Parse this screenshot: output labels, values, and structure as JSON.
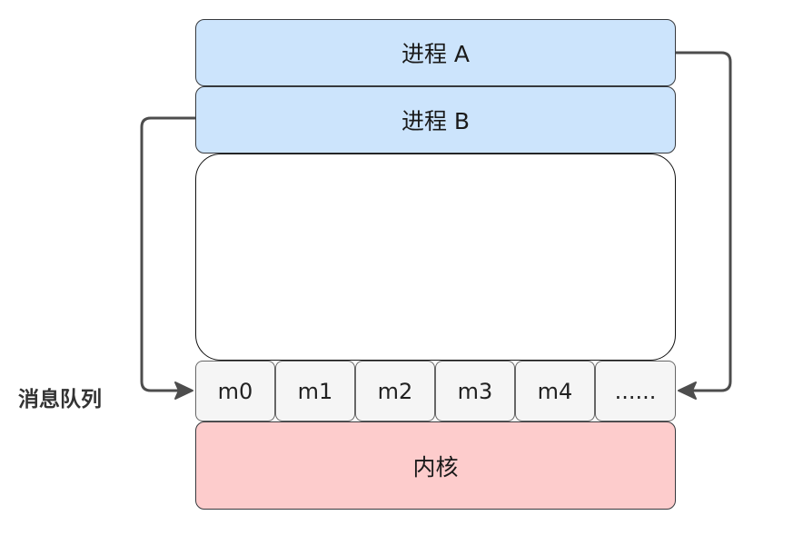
{
  "process_a": {
    "label": "进程 A"
  },
  "process_b": {
    "label": "进程 B"
  },
  "queue": {
    "label": "消息队列",
    "messages": [
      "m0",
      "m1",
      "m2",
      "m3",
      "m4",
      "......"
    ]
  },
  "kernel": {
    "label": "内核"
  },
  "colors": {
    "process_fill": "#cce4fc",
    "kernel_fill": "#fdcccc",
    "message_fill": "#f5f5f5",
    "connector": "#4d4d4d"
  }
}
